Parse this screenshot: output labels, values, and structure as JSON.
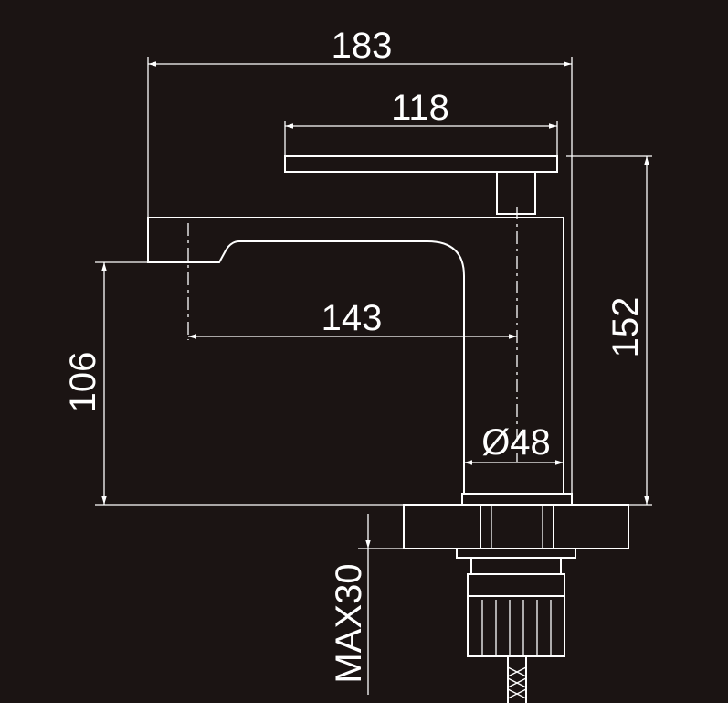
{
  "dimensions": {
    "overall_width": "183",
    "handle_length": "118",
    "spout_reach": "143",
    "overall_height": "152",
    "spout_height": "106",
    "base_diameter": "Ø48",
    "max_deck_thickness": "MAX30"
  },
  "colors": {
    "background": "#1b1413",
    "line": "#ffffff"
  }
}
